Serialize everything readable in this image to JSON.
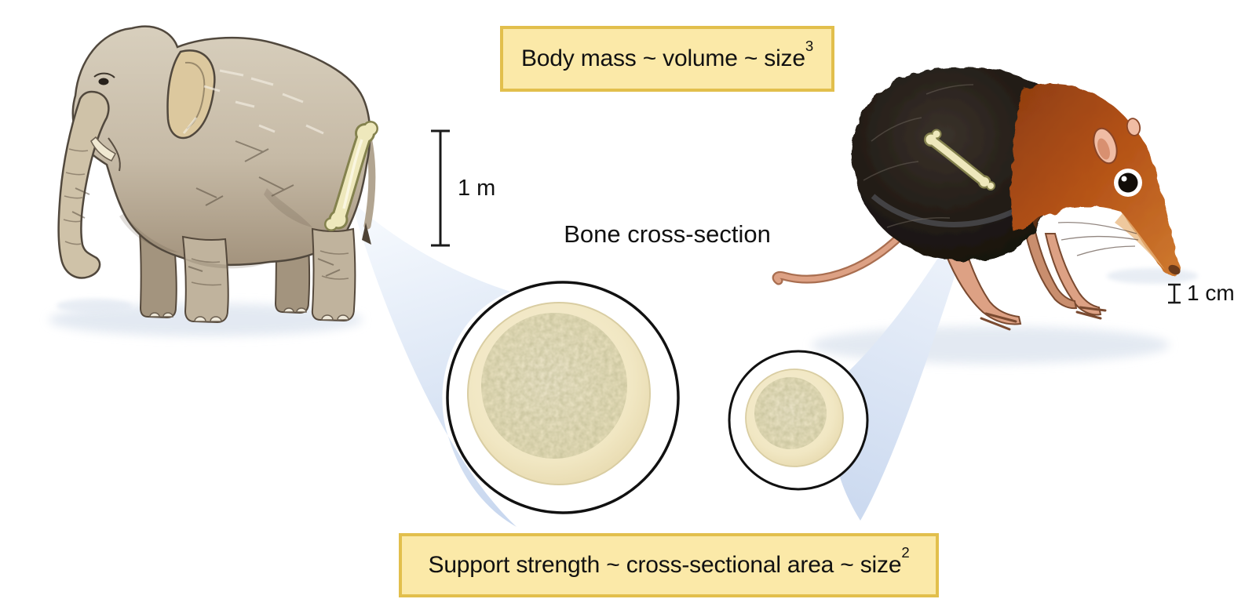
{
  "figure": {
    "title_box": {
      "text": "Body mass ~ volume ~ size",
      "exponent": "3"
    },
    "bottom_box": {
      "text": "Support strength ~ cross-sectional area ~ size",
      "exponent": "2"
    },
    "labels": {
      "cross_section": "Bone cross-section",
      "elephant_scale": "1 m",
      "shrew_scale": "1 cm"
    },
    "illustrations": [
      "elephant-with-highlighted-femur",
      "elephant-shrew-with-highlighted-femur",
      "large-bone-cross-section-circle",
      "small-bone-cross-section-circle"
    ]
  },
  "colors": {
    "box-fill": "#FBE9A8",
    "box-border": "#E2BF4C",
    "label-text": "#111111",
    "beam-blue": "#CCDAF0",
    "bone-cream": "#EEE8BC",
    "bone-outline": "#84824E",
    "cross-section-fill": "#F1E7C3",
    "speckle-olive": "#B9B68D",
    "elephant-gray": "#C6BAA6",
    "shrew-black": "#1C1713",
    "shrew-rust": "#B55317",
    "shrew-pink": "#DDA184"
  }
}
